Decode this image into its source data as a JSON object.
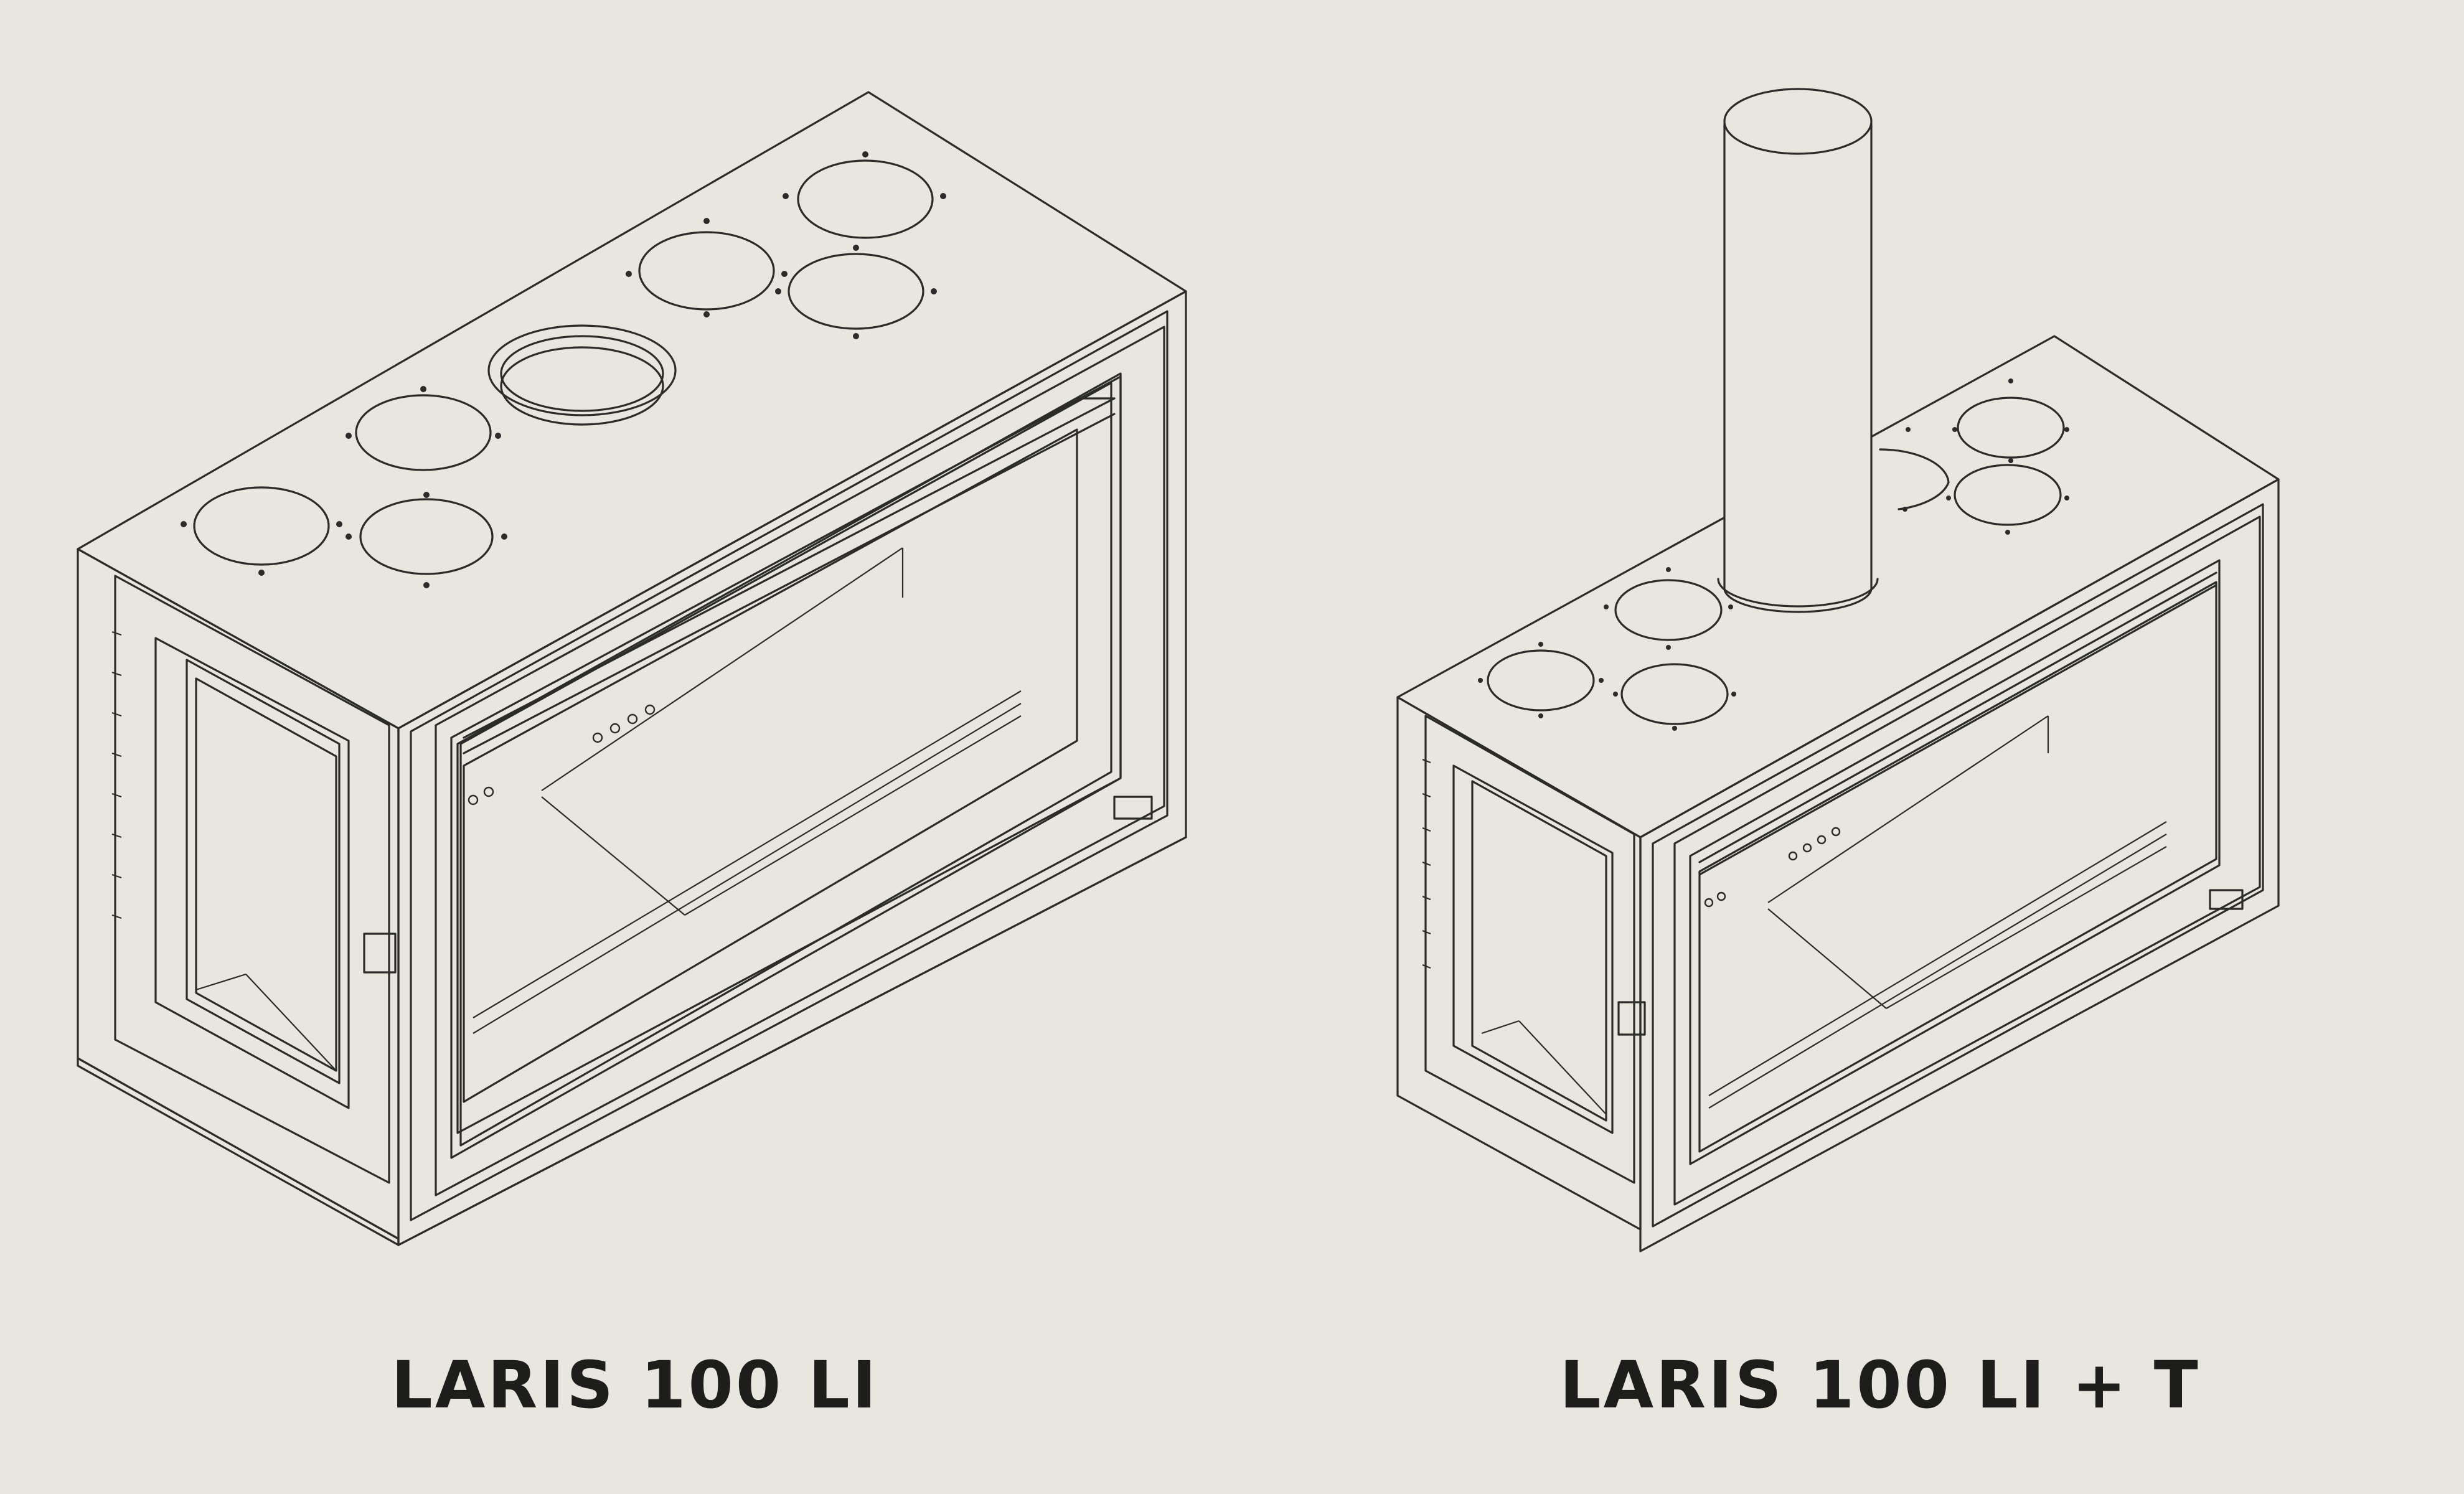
{
  "products": [
    {
      "id": "left",
      "caption": "LARIS 100 LI"
    },
    {
      "id": "right",
      "caption": "LARIS 100 LI + T"
    }
  ],
  "colors": {
    "background": "#e9e6df",
    "line": "#2b2b29",
    "text": "#1d1d1b"
  }
}
